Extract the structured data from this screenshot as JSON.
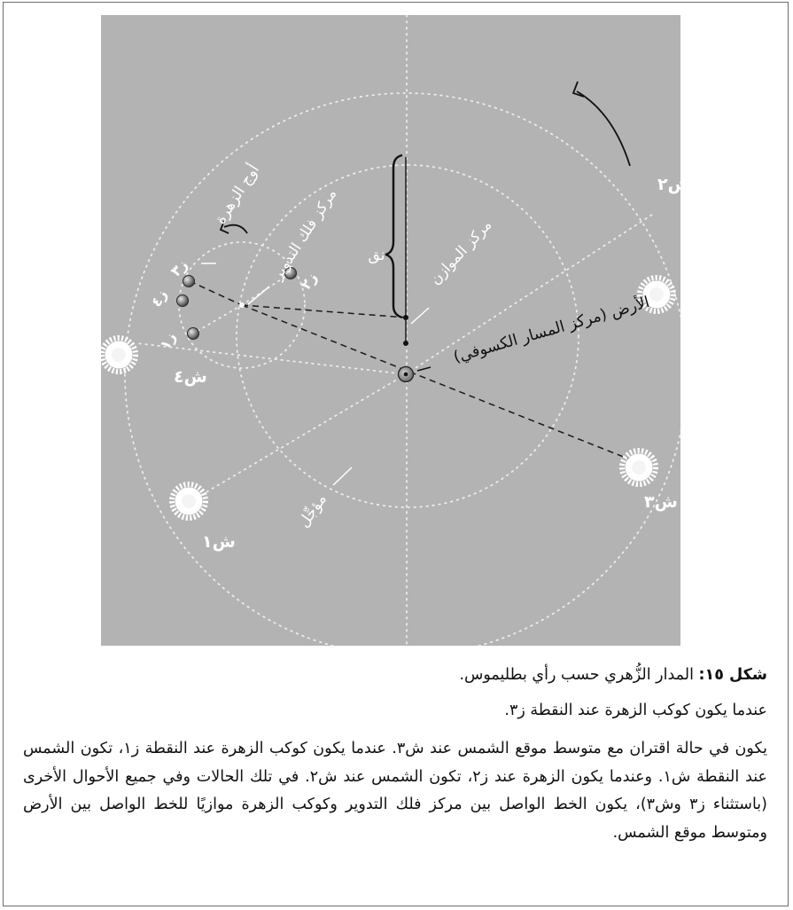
{
  "colors": {
    "panel_bg": "#b3b3b3",
    "dotted_circle": "#ececec",
    "text_light": "#ffffff",
    "text_dark": "#111111",
    "lines": "#1a1a1a"
  },
  "diagram": {
    "labels": {
      "sun_2": "ش٢",
      "sun_3": "ش٣",
      "sun_4": "ش٤",
      "sun_1": "ش١",
      "venus_2": "ز٢",
      "venus_3": "ز٣",
      "venus_4": "ز٤",
      "venus_1": "ز١",
      "apogee_venus": "أوج الزهرة",
      "epicycle_center": "مركز فلك التدوير",
      "equant_center": "مركز الموازن",
      "radius": "نق",
      "earth": "الأرض (مركز المسار الكسوفي)",
      "deferent": "مؤجِّل"
    },
    "icons": {
      "sun": "sun-icon",
      "venus": "planet-sphere-icon",
      "earth": "earth-icon",
      "arrow": "curved-arrow-icon"
    }
  },
  "caption": {
    "figure_label": "شكل ١٥:",
    "figure_title": "المدار الزُّهري حسب رأي بطليموس.",
    "line1": "عندما يكون كوكب الزهرة عند النقطة ز٣.",
    "paragraph": "يكون في حالة اقتران مع متوسط موقع الشمس عند ش٣. عندما يكون كوكب الزهرة عند النقطة ز١، تكون الشمس عند النقطة ش١. وعندما يكون الزهرة عند ز٢، تكون الشمس عند ش٢. في تلك الحالات وفي جميع الأحوال الأخرى (باستثناء ز٣ وش٣)، يكون الخط الواصل بين مركز فلك التدوير وكوكب الزهرة موازيًا للخط الواصل بين الأرض ومتوسط موقع الشمس."
  }
}
